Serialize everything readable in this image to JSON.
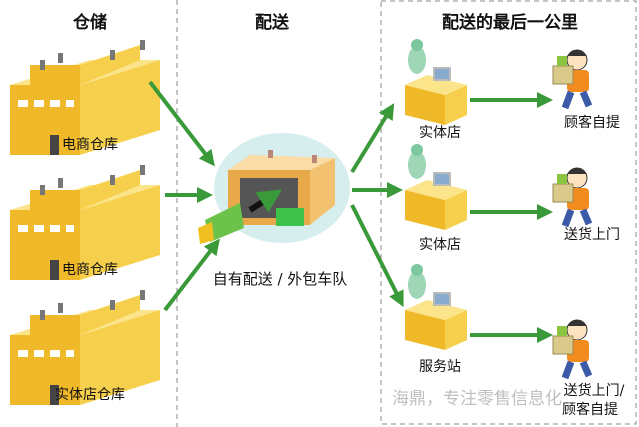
{
  "columns": {
    "storage": "仓储",
    "delivery": "配送",
    "last_mile": "配送的最后一公里"
  },
  "warehouses": [
    "电商仓库",
    "电商仓库",
    "实体店仓库"
  ],
  "hub_label": "自有配送 / 外包车队",
  "stores": [
    "实体店",
    "实体店",
    "服务站"
  ],
  "outcomes": [
    "顾客自提",
    "送货上门",
    "送货上门/",
    "顾客自提"
  ],
  "watermark": "海鼎，专注零售信息化",
  "colors": {
    "arrow": "#3a9a3a",
    "building": "#f2c12e",
    "divider": "#888888"
  }
}
